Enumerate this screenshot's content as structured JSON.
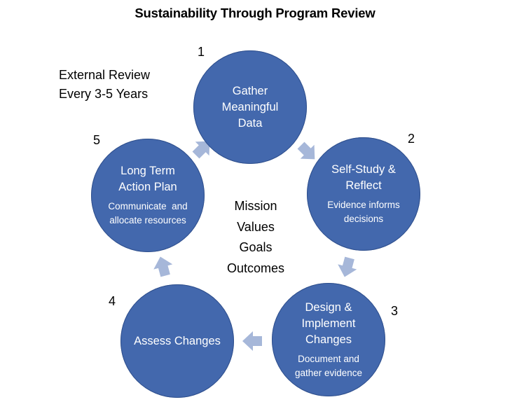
{
  "title": "Sustainability Through Program Review",
  "external_review": [
    "External Review",
    "Every 3-5 Years"
  ],
  "center_terms": [
    "Mission",
    "Values",
    "Goals",
    "Outcomes"
  ],
  "steps": [
    {
      "number": "1",
      "main": [
        "Gather",
        "Meaningful",
        "Data"
      ],
      "sub": []
    },
    {
      "number": "2",
      "main": [
        "Self-Study &",
        "Reflect"
      ],
      "sub": [
        "Evidence informs",
        "decisions"
      ]
    },
    {
      "number": "3",
      "main": [
        "Design &",
        "Implement",
        "Changes"
      ],
      "sub": [
        "Document and",
        "gather evidence"
      ]
    },
    {
      "number": "4",
      "main": [
        "Assess Changes"
      ],
      "sub": []
    },
    {
      "number": "5",
      "main": [
        "Long Term",
        "Action Plan"
      ],
      "sub": [
        "Communicate  and",
        "allocate resources"
      ]
    }
  ],
  "colors": {
    "circle_fill": "#4368ad",
    "arrow_fill": "#a6b7d9",
    "text_on_circle": "#ffffff"
  }
}
